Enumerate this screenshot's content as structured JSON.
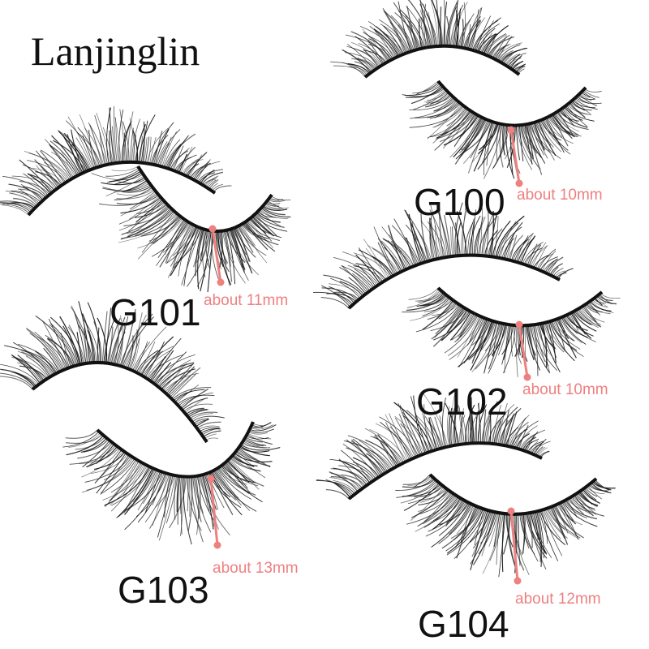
{
  "brand": "Lanjinglin",
  "accent_color": "#ee8080",
  "products": [
    {
      "code": "G101",
      "measure": "about  11mm"
    },
    {
      "code": "G100",
      "measure": "about  10mm"
    },
    {
      "code": "G102",
      "measure": "about  10mm"
    },
    {
      "code": "G103",
      "measure": "about  13mm"
    },
    {
      "code": "G104",
      "measure": "about  12mm"
    }
  ]
}
